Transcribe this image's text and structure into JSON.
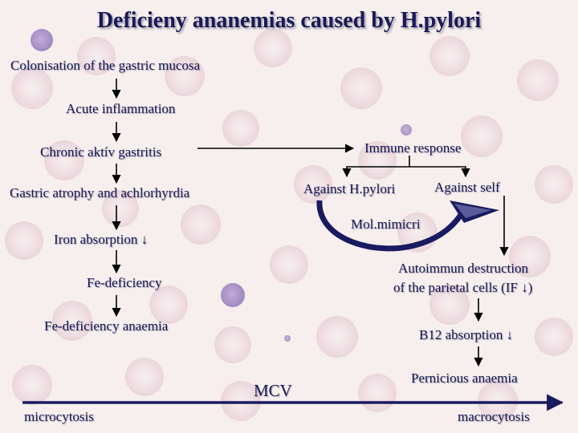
{
  "title": "Deficieny ananemias caused by H.pylori",
  "left_chain": {
    "colonisation": "Colonisation of the gastric mucosa",
    "acute": "Acute inflammation",
    "chronic": "Chronic aktív gastritis",
    "atrophy": "Gastric atrophy and achlorhyrdia",
    "iron_absorption": "Iron absorption ↓",
    "fe_deficiency": "Fe-deficiency",
    "fe_anaemia": "Fe-deficiency anaemia"
  },
  "right_chain": {
    "immune_response": "Immune response",
    "against_hpylori": "Against H.pylori",
    "against_self": "Against self",
    "mol_mimicri": "Mol.mimicri",
    "autoimmun_line1": "Autoimmun destruction",
    "autoimmun_line2": "of the parietal cells (IF ↓)",
    "b12_absorption": "B12 absorption ↓",
    "pernicious": "Pernicious anaemia"
  },
  "axis": {
    "label": "MCV",
    "left": "microcytosis",
    "right": "macrocytosis"
  },
  "colors": {
    "text": "#1a1a55",
    "arrow": "#000000",
    "mimicri_arrow": "#1a1a60",
    "background": "#f6efee",
    "cell": "#e8d6dc"
  }
}
